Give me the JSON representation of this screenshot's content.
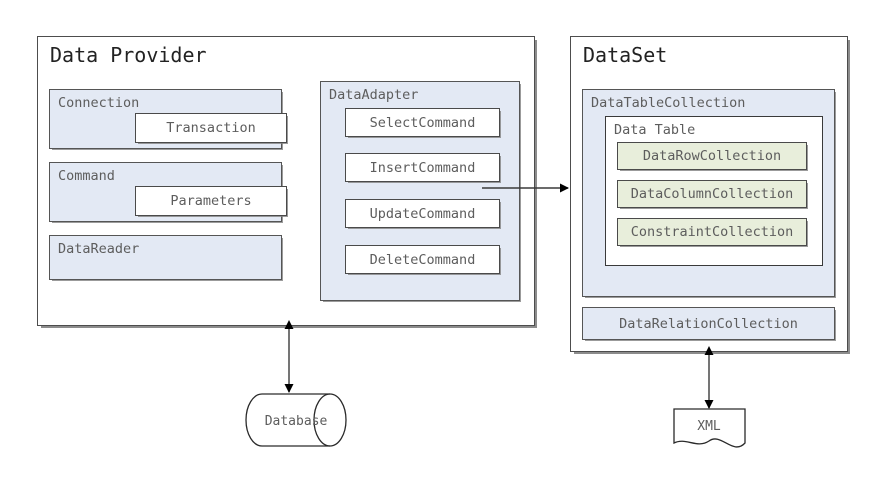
{
  "diagram": {
    "title_provider": "Data Provider",
    "title_dataset": "DataSet",
    "provider": {
      "connection": {
        "label": "Connection",
        "child": "Transaction"
      },
      "command": {
        "label": "Command",
        "child": "Parameters"
      },
      "datareader": {
        "label": "DataReader"
      },
      "adapter": {
        "label": "DataAdapter",
        "commands": [
          "SelectCommand",
          "InsertCommand",
          "UpdateCommand",
          "DeleteCommand"
        ]
      }
    },
    "dataset": {
      "table_collection": {
        "label": "DataTableCollection",
        "data_table": {
          "label": "Data Table",
          "collections": [
            "DataRowCollection",
            "DataColumnCollection",
            "ConstraintCollection"
          ]
        }
      },
      "relation_collection": "DataRelationCollection"
    },
    "stores": {
      "database": "Database",
      "xml": "XML"
    },
    "colors": {
      "panel_blue": "#e3e9f4",
      "box_green": "#e8eedb",
      "box_white": "#ffffff",
      "border": "#4a4a4a",
      "text": "#5d5d5d",
      "title": "#222222",
      "page_bg": "#ffffff"
    }
  }
}
